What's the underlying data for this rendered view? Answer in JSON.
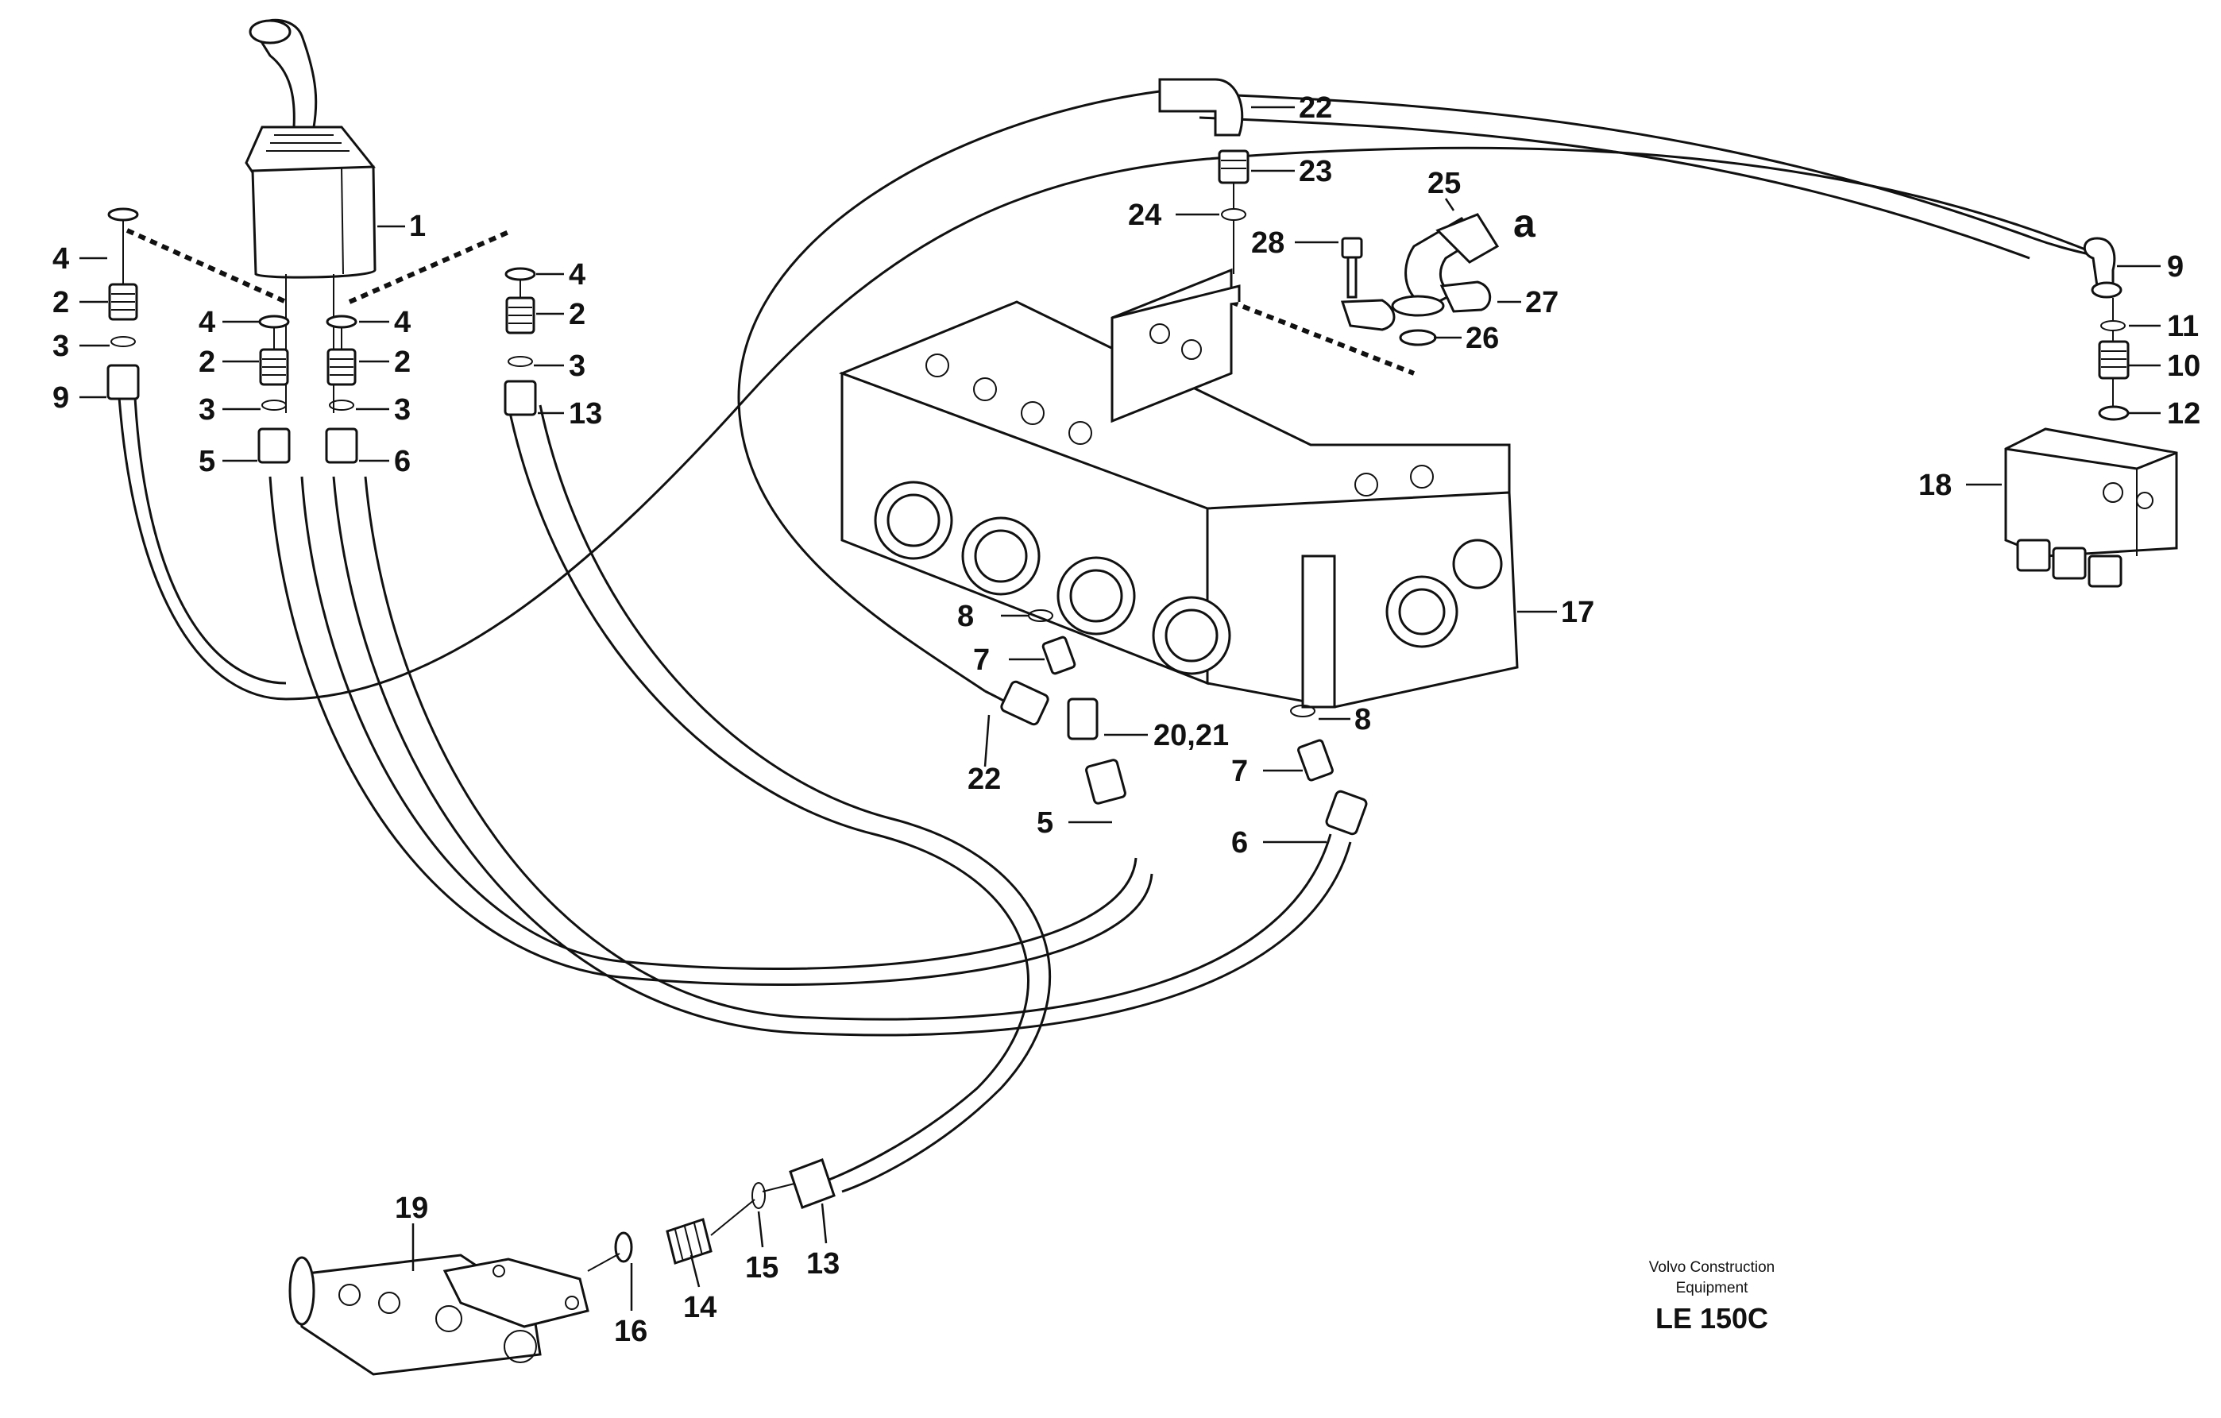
{
  "labels": {
    "l1": "1",
    "l2a": "2",
    "l2b": "2",
    "l2c": "2",
    "l2d": "2",
    "l3a": "3",
    "l3b": "3",
    "l3c": "3",
    "l3d": "3",
    "l4a": "4",
    "l4b": "4",
    "l4c": "4",
    "l4d": "4",
    "l5a": "5",
    "l5b": "5",
    "l6a": "6",
    "l6b": "6",
    "l7a": "7",
    "l7b": "7",
    "l8a": "8",
    "l8b": "8",
    "l9a": "9",
    "l9b": "9",
    "l10": "10",
    "l11": "11",
    "l12": "12",
    "l13a": "13",
    "l13b": "13",
    "l14": "14",
    "l15": "15",
    "l16": "16",
    "l17": "17",
    "l18": "18",
    "l19": "19",
    "l2021": "20,21",
    "l22a": "22",
    "l22b": "22",
    "l23": "23",
    "l24": "24",
    "l25": "25",
    "l26": "26",
    "l27": "27",
    "l28": "28",
    "la": "a"
  },
  "footer": {
    "brand_line1": "Volvo Construction",
    "brand_line2": "Equipment",
    "model": "LE 150C"
  }
}
